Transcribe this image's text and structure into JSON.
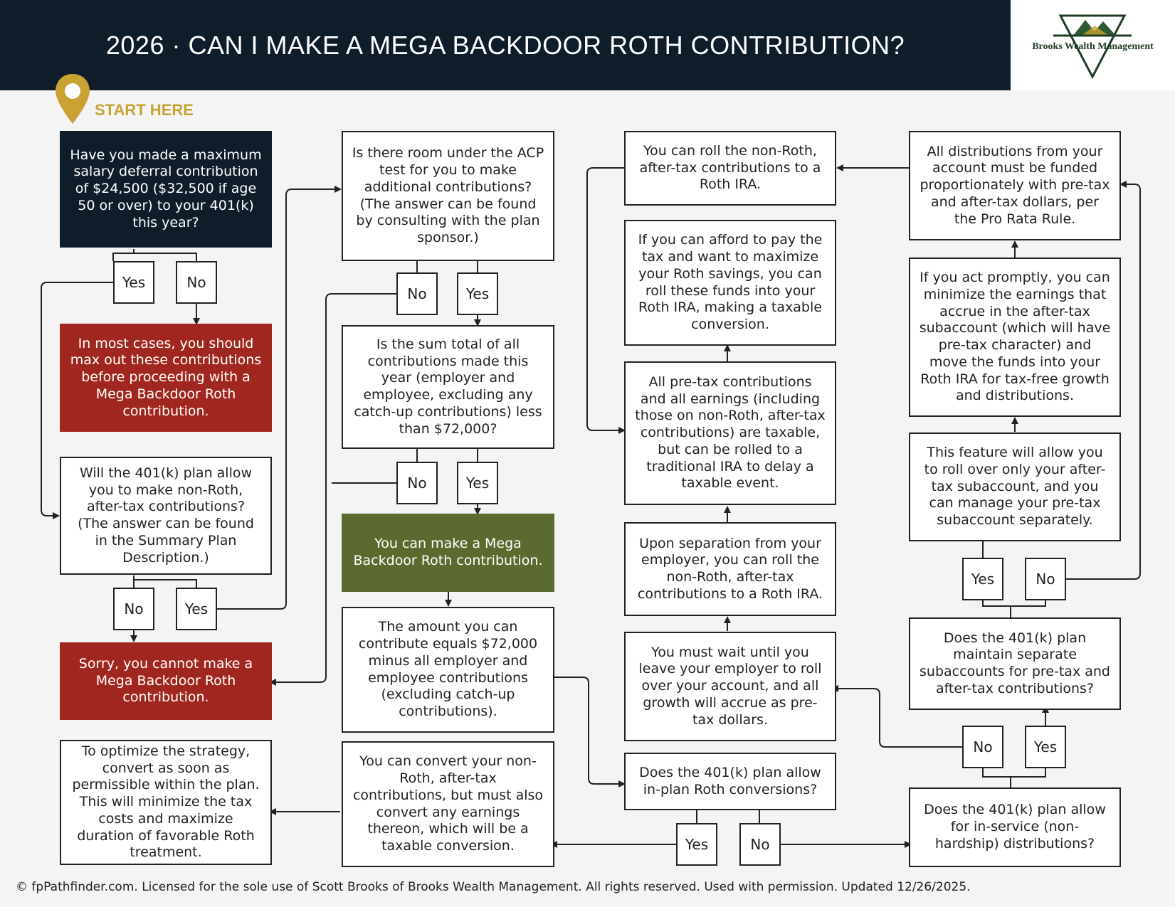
{
  "header": {
    "title": "2026 · CAN I MAKE A MEGA BACKDOOR ROTH CONTRIBUTION?",
    "logo_text": "Brooks Wealth Management",
    "start_label": "START HERE"
  },
  "nodes": {
    "q_max_deferral": "Have you made a maximum salary deferral contribution of $24,500 ($32,500 if age 50 or over) to your 401(k) this year?",
    "max_out_first": "In most cases, you should max out these contributions before proceeding with a Mega Backdoor Roth contribution.",
    "q_after_tax_allowed": "Will the 401(k) plan allow you to make non-Roth, after-tax contributions? (The answer can be found in the Summary Plan Description.)",
    "cannot_contribute": "Sorry, you cannot make a Mega Backdoor Roth contribution.",
    "optimize": "To optimize the strategy, convert as soon as permissible within the plan. This will minimize the tax costs and maximize duration of favorable Roth treatment.",
    "q_acp_room": "Is there room under the ACP test for you to make additional contributions? (The answer can be found by consulting with the plan sponsor.)",
    "q_sum_less": "Is the sum total of all contributions made this year (employer and employee, excluding any catch-up contributions) less than $72,000?",
    "can_make": "You can make a Mega Backdoor Roth contribution.",
    "amount": "The amount you can contribute equals $72,000 minus all employer and employee contributions (excluding catch-up contributions).",
    "convert_inplan": "You can convert your non-Roth, after-tax contributions, but must also convert any earnings thereon, which will be a taxable conversion.",
    "roll_roth_ira": "You can roll the non-Roth, after-tax contributions to a Roth IRA.",
    "afford_tax": "If you can afford to pay the tax and want to maximize your Roth savings, you can roll these funds into your Roth IRA, making a taxable conversion.",
    "pretax_taxable": "All pre-tax contributions and all earnings (including those on non-Roth, after-tax contributions) are taxable, but can be rolled to a traditional IRA to delay a taxable event.",
    "upon_separation": "Upon separation from your employer, you can roll the non-Roth, after-tax contributions to a Roth IRA.",
    "must_wait": "You must wait until you leave your employer to roll over your account, and all growth will accrue as pre-tax dollars.",
    "q_inplan_roth": "Does the 401(k) plan allow in-plan Roth conversions?",
    "pro_rata": "All distributions from your account must be funded proportionately with pre-tax and after-tax dollars, per the Pro Rata Rule.",
    "act_promptly": "If you act promptly, you can minimize the earnings that accrue in the after-tax subaccount (which will have pre-tax character) and move the funds into your Roth IRA for tax-free growth and distributions.",
    "feature_rollover": "This feature will allow you to roll over only your after-tax subaccount, and you can manage your pre-tax subaccount separately.",
    "q_subaccounts": "Does the 401(k) plan maintain separate subaccounts for pre-tax and after-tax contributions?",
    "q_inservice": "Does the 401(k) plan allow for in-service (non-hardship) distributions?"
  },
  "answers": {
    "yes": "Yes",
    "no": "No"
  },
  "footer": {
    "text": "© fpPathfinder.com. Licensed for the sole use of Scott Brooks of Brooks Wealth Management. All rights reserved. Used with permission. Updated 12/26/2025."
  },
  "colors": {
    "navy": "#0f1d2b",
    "red": "#a0271f",
    "green": "#5b6b2f",
    "gold": "#c9a233"
  }
}
